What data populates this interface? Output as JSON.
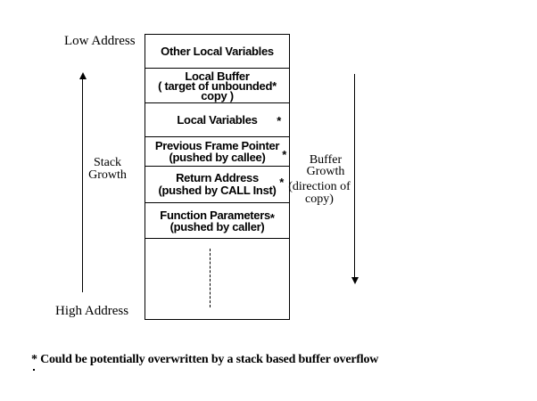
{
  "colors": {
    "ink": "#000000",
    "background": "#ffffff"
  },
  "address_labels": {
    "low": "Low Address",
    "high": "High Address"
  },
  "stack_growth": {
    "line1": "Stack",
    "line2": "Growth"
  },
  "buffer_growth": {
    "line1": "Buffer",
    "line2": "Growth",
    "line3": "(direction of",
    "line4": "copy)"
  },
  "icons": {
    "stack_growth_arrow": "up-arrow",
    "buffer_growth_arrow": "down-arrow",
    "ellipsis": "vertical-dotted-line"
  },
  "stack": {
    "rows": [
      {
        "line1": "Other Local Variables"
      },
      {
        "line1": "Local Buffer",
        "line2": "( target of unbounded*",
        "line3": "copy )"
      },
      {
        "line1": "Local Variables",
        "star": "*"
      },
      {
        "line1": "Previous Frame Pointer",
        "line2": "(pushed by callee)",
        "star": "*"
      },
      {
        "line1": "Return Address",
        "line2": "(pushed by CALL Inst)",
        "star": "*"
      },
      {
        "line1": "Function Parameters",
        "line2": "(pushed by caller)",
        "star": "*"
      }
    ]
  },
  "footnote": "* Could be potentially overwritten by a stack based buffer overflow"
}
